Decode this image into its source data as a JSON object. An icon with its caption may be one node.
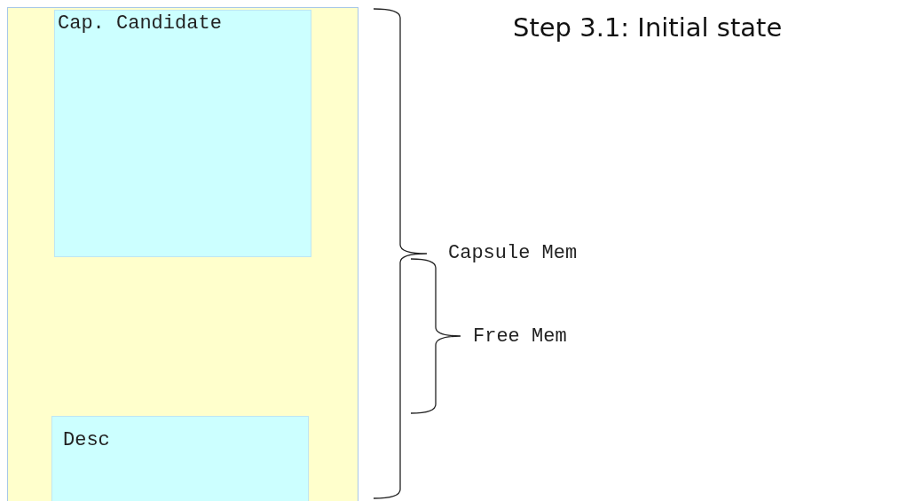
{
  "diagram": {
    "title": "Step 3.1: Initial state",
    "nodes": [
      {
        "text": [],
        "shape": "box"
      },
      {
        "text": [
          "Cap. Candidate"
        ],
        "in": 0
      },
      {
        "text": [
          "Desc"
        ],
        "in": 0
      }
    ],
    "edges": [],
    "labels": [
      "Capsule Mem",
      "Free Mem"
    ]
  }
}
